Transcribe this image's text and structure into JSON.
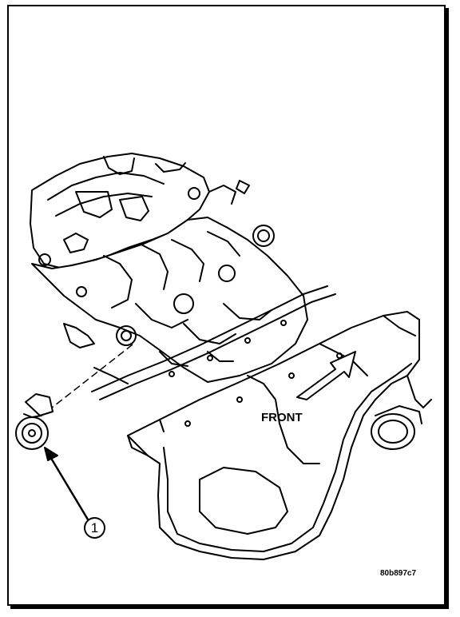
{
  "labels": {
    "front": "FRONT",
    "callout_1": "1",
    "figure_code": "80b897c7"
  },
  "colors": {
    "ink": "#000000",
    "paper": "#ffffff"
  }
}
